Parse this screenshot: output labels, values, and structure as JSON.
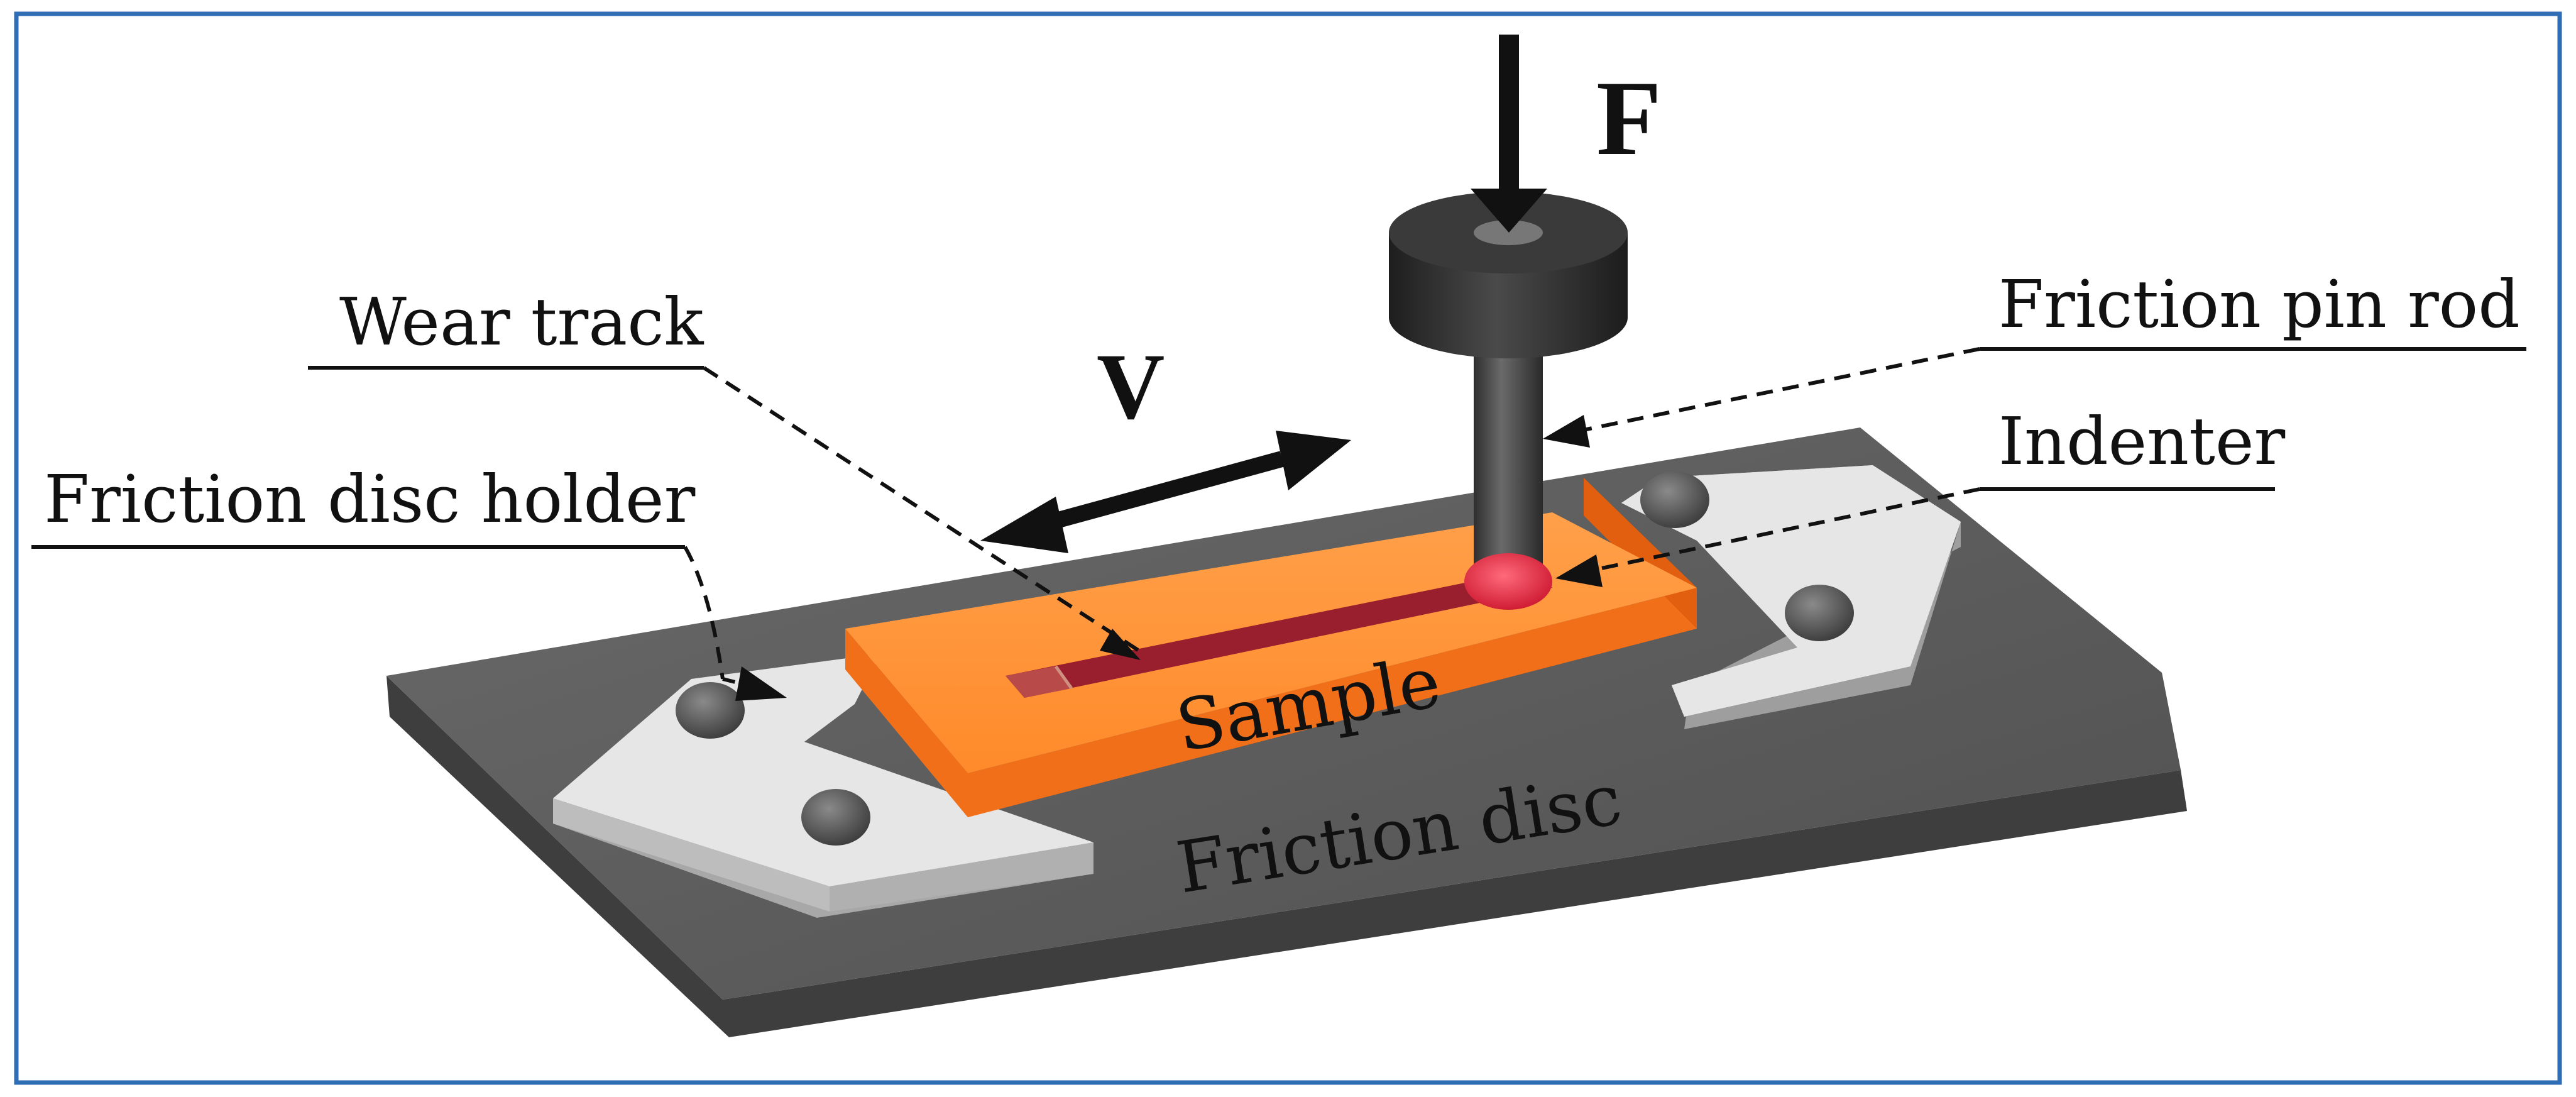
{
  "labels": {
    "force": "F",
    "velocity": "V",
    "wear_track": "Wear track",
    "friction_pin_rod": "Friction pin rod",
    "indenter": "Indenter",
    "friction_disc_holder": "Friction disc holder",
    "sample": "Sample",
    "friction_disc": "Friction disc"
  },
  "colors": {
    "frame_border": "#2f6db5",
    "friction_disc": "#5a5a5a",
    "sample": "#ff8a2a",
    "wear_track": "#9a1f2e",
    "holder": "#e3e3e3",
    "pin_rod": "#4a4a4a",
    "indenter": "#e0203a"
  }
}
